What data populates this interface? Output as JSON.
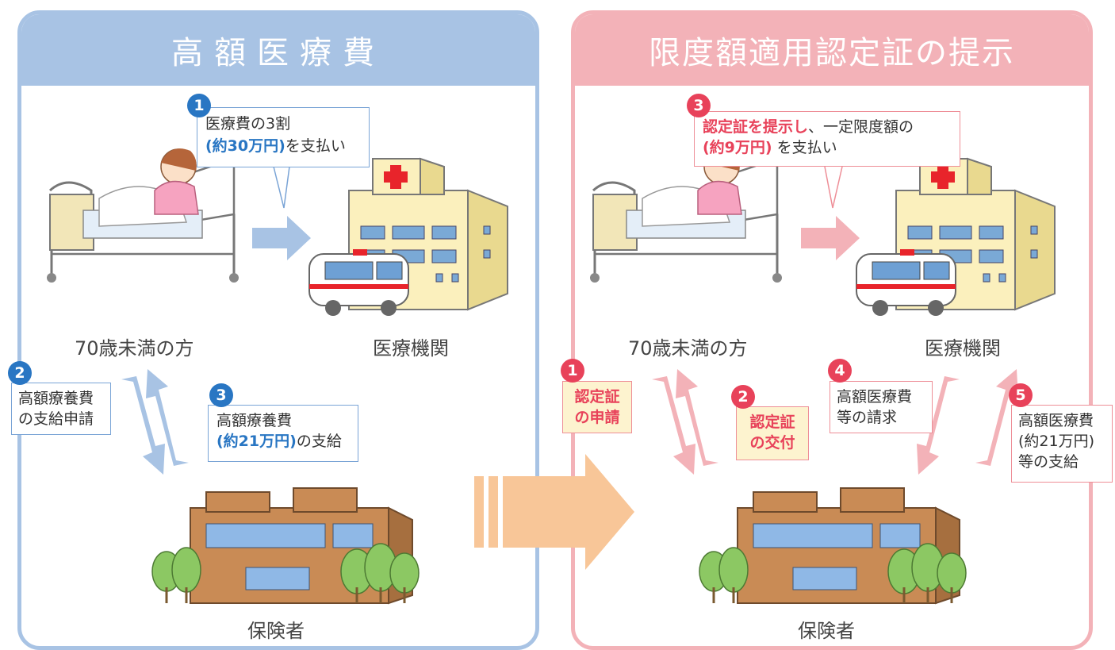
{
  "left_panel": {
    "title": "高額医療費",
    "patient_label": "70歳未満の方",
    "hospital_label": "医療機関",
    "insurer_label": "保険者",
    "step1": {
      "num": "1",
      "line1": "医療費の3割",
      "amount": "(約30万円)",
      "line2_suffix": "を支払い"
    },
    "step2": {
      "num": "2",
      "line1": "高額療養費",
      "line2": "の支給申請"
    },
    "step3": {
      "num": "3",
      "line1": "高額療養費",
      "amount": "(約21万円)",
      "line2_suffix": "の支給"
    }
  },
  "right_panel": {
    "title": "限度額適用認定証の提示",
    "patient_label": "70歳未満の方",
    "hospital_label": "医療機関",
    "insurer_label": "保険者",
    "step1": {
      "num": "1",
      "line1": "認定証",
      "line2": "の申請"
    },
    "step2": {
      "num": "2",
      "line1": "認定証",
      "line2": "の交付"
    },
    "step3": {
      "num": "3",
      "line1_bold": "認定証を提示し",
      "line1_rest": "、一定限度額の",
      "amount": "(約9万円)",
      "line2_suffix": " を支払い"
    },
    "step4": {
      "num": "4",
      "line1": "高額医療費",
      "line2": "等の請求"
    },
    "step5": {
      "num": "5",
      "line1": "高額医療費",
      "line2": "(約21万円)",
      "line3": "等の支給"
    }
  },
  "colors": {
    "blue_panel": "#a8c3e4",
    "pink_panel": "#f3b2b8",
    "blue_accent": "#2976c3",
    "pink_accent": "#e8425a",
    "big_arrow": "#f8c698"
  }
}
